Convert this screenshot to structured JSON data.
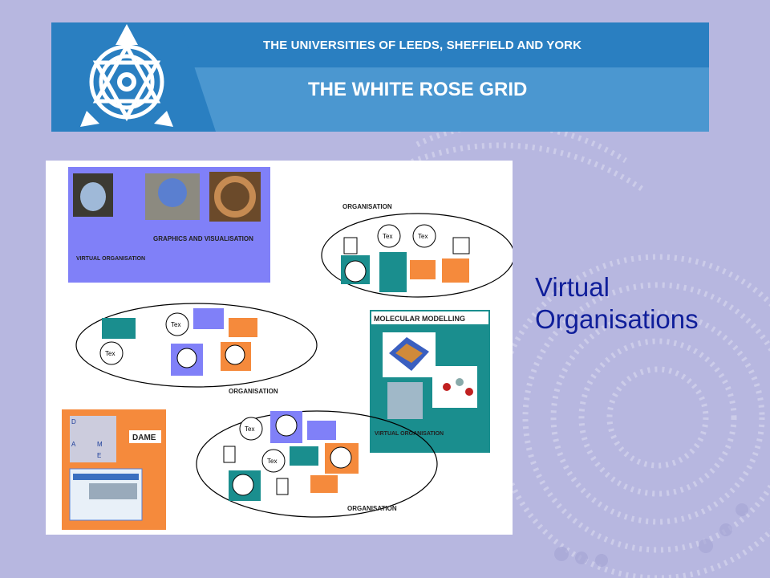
{
  "header": {
    "universities": "THE UNIVERSITIES OF LEEDS, SHEFFIELD AND YORK",
    "title": "THE WHITE ROSE GRID"
  },
  "slide": {
    "title_line1": "Virtual",
    "title_line2": "Organisations"
  },
  "figure": {
    "vo_graphics": {
      "label": "GRAPHICS AND VISUALISATION",
      "vo_label": "VIRTUAL ORGANISATION"
    },
    "vo_molecular": {
      "label": "MOLECULAR MODELLING",
      "vo_label": "VIRTUAL ORGANISATION"
    },
    "vo_dame": {
      "label": "DAME",
      "panel_letters": [
        "D",
        "A",
        "M",
        "E"
      ]
    },
    "organisation_label": "ORGANISATION",
    "tex_label": "Tex"
  },
  "colors": {
    "background": "#b7b7e0",
    "banner": "#2a7fc1",
    "graphics_panel": "#8080f8",
    "molecular_panel": "#1a8e8e",
    "dame_panel": "#f58a3c",
    "title_text": "#0f1e9a"
  }
}
